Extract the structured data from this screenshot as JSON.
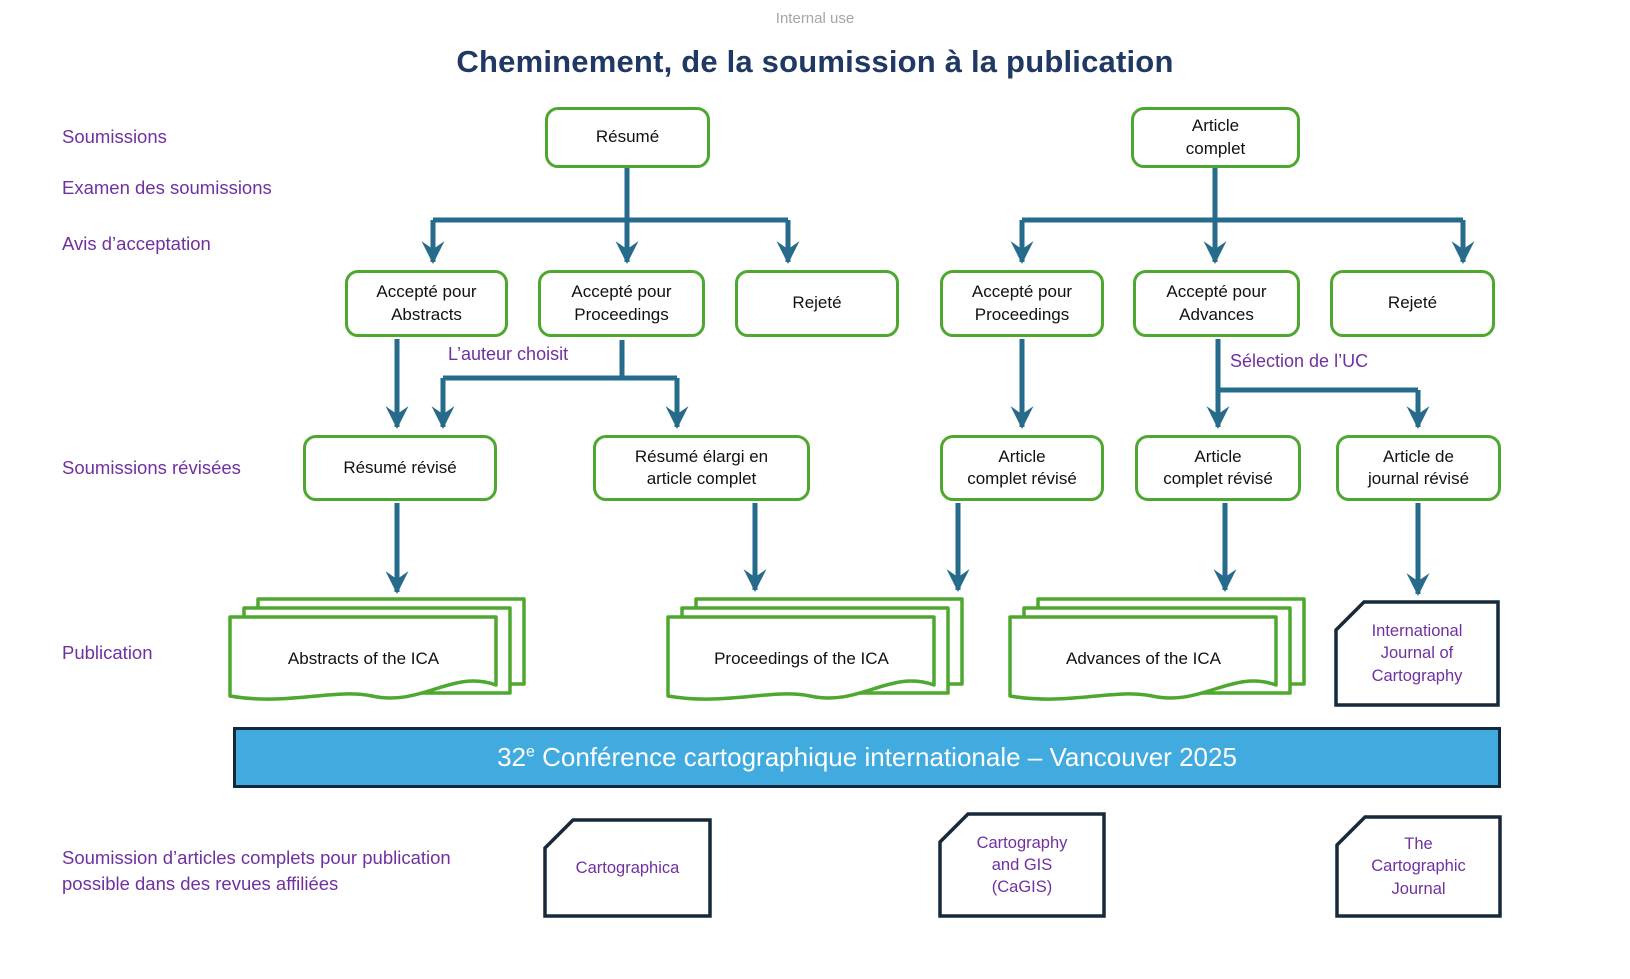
{
  "header": {
    "classification": "Internal use",
    "title": "Cheminement, de la soumission à la publication"
  },
  "stage_labels": {
    "soumissions": "Soumissions",
    "examen": "Examen des soumissions",
    "avis": "Avis d’acceptation",
    "revisees": "Soumissions révisées",
    "publication": "Publication",
    "affiliated_note": "Soumission d’articles complets pour publication\npossible dans des revues affiliées"
  },
  "nodes": {
    "resume": "Résumé",
    "article_complet": "Article\ncomplet",
    "accepte_abstracts": "Accepté pour\nAbstracts",
    "accepte_proceedings_left": "Accepté pour\nProceedings",
    "rejete_left": "Rejeté",
    "accepte_proceedings_right": "Accepté pour\nProceedings",
    "accepte_advances": "Accepté pour\nAdvances",
    "rejete_right": "Rejeté",
    "resume_revise": "Résumé révisé",
    "resume_elargi": "Résumé élargi en\narticle complet",
    "article_complet_revise_1": "Article\ncomplet révisé",
    "article_complet_revise_2": "Article\ncomplet révisé",
    "article_journal_revise": "Article de\njournal révisé"
  },
  "annotations": {
    "author_choice": "L’auteur choisit",
    "uc_selection": "Sélection de l’UC"
  },
  "publications": {
    "abstracts": "Abstracts of the ICA",
    "proceedings": "Proceedings of the ICA",
    "advances": "Advances of the ICA",
    "ijc": "International\nJournal of\nCartography"
  },
  "banner": {
    "number": "32",
    "superscript": "e",
    "text": " Conférence cartographique internationale – Vancouver 2025"
  },
  "affiliated_journals": {
    "cartographica": "Cartographica",
    "cagis": "Cartography\nand GIS\n(CaGIS)",
    "tcj": "The\nCartographic\nJournal"
  },
  "colors": {
    "title_navy": "#1f3864",
    "purple": "#7030a0",
    "green": "#4ea72e",
    "arrow_teal": "#266b8c",
    "banner_blue": "#41abdf",
    "navy_border": "#17293a",
    "muted_gray": "#a6a6a6"
  }
}
